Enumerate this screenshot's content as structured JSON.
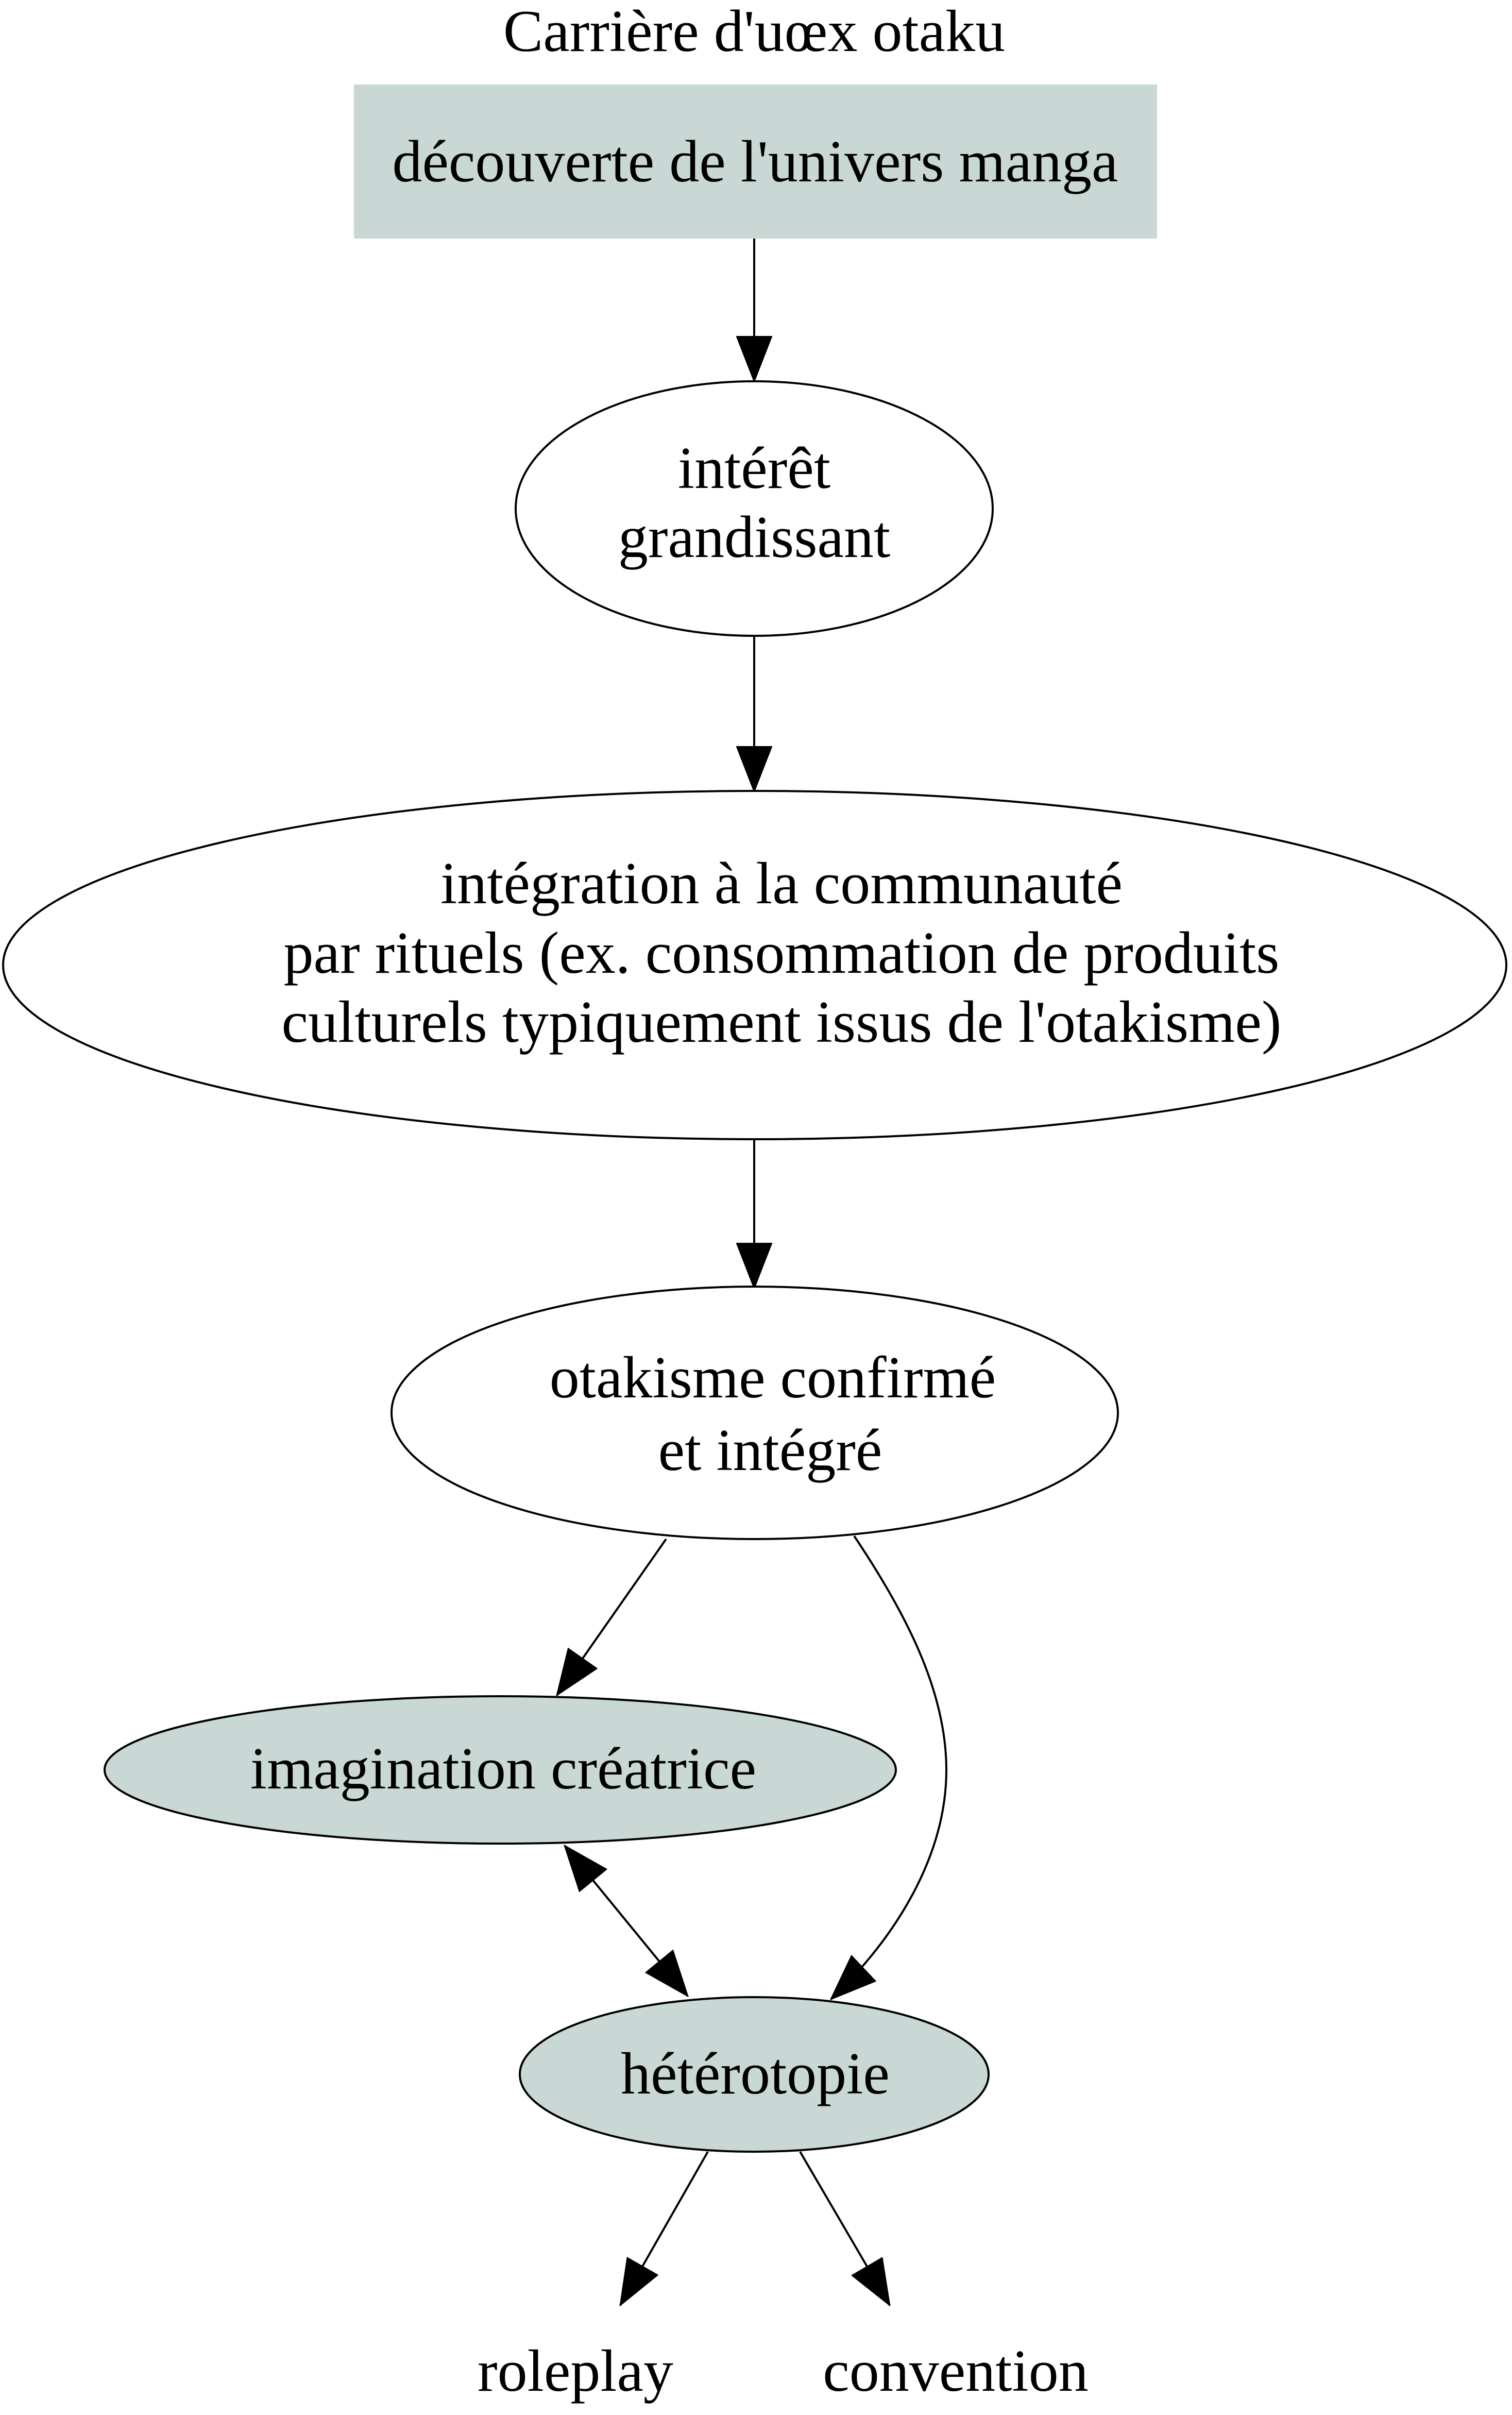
{
  "title": "Carrière d'uœx otaku",
  "nodes": {
    "decouverte": {
      "lines": [
        "découverte de l'univers manga"
      ]
    },
    "interet": {
      "lines": [
        "intérêt",
        "grandissant"
      ]
    },
    "integration": {
      "lines": [
        "intégration à la communauté",
        "par rituels (ex. consommation de produits",
        "culturels typiquement issus de l'otakisme)"
      ]
    },
    "otakisme": {
      "lines": [
        "otakisme confirmé",
        "et intégré"
      ]
    },
    "imagination": {
      "lines": [
        "imagination créatrice"
      ]
    },
    "heterotopie": {
      "lines": [
        "hétérotopie"
      ]
    },
    "roleplay": {
      "lines": [
        "roleplay"
      ]
    },
    "convention": {
      "lines": [
        "convention"
      ]
    }
  },
  "colors": {
    "background": "#ffffff",
    "stroke": "#000000",
    "text": "#000000",
    "node_fill": "#ffffff",
    "highlight_fill": "#c9d8d4"
  }
}
